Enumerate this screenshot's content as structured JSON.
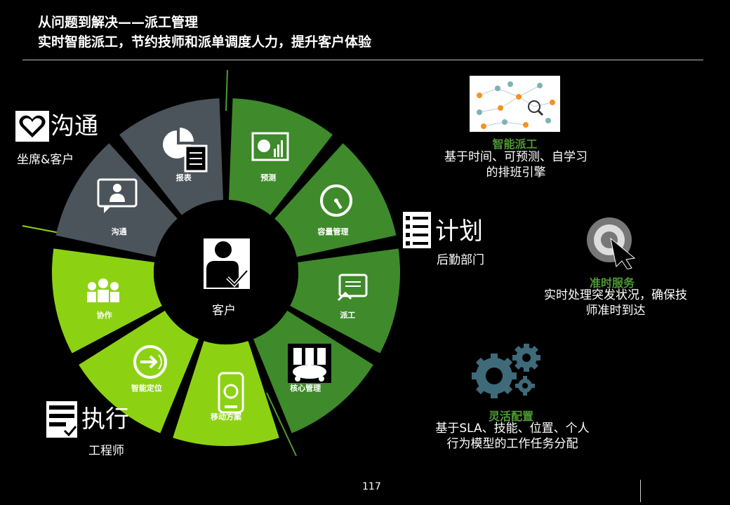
{
  "header": {
    "line1": "从问题到解决——派工管理",
    "line2": "实时智能派工，节约技师和派单调度人力，提升客户体验"
  },
  "wheel": {
    "center_label": "客户",
    "segments": [
      {
        "label": "预测",
        "group": "计划"
      },
      {
        "label": "容量管理",
        "group": "计划"
      },
      {
        "label": "派工",
        "group": "计划"
      },
      {
        "label": "核心管理",
        "group": "计划"
      },
      {
        "label": "移动方案",
        "group": "执行"
      },
      {
        "label": "智能定位",
        "group": "执行"
      },
      {
        "label": "协作",
        "group": "执行"
      },
      {
        "label": "沟通",
        "group": "沟通"
      },
      {
        "label": "报表",
        "group": "沟通"
      }
    ],
    "colors": {
      "plan": "#3f8a2b",
      "exec": "#8cd213",
      "comm": "#4b535b"
    }
  },
  "groups": {
    "communicate": {
      "title": "沟通",
      "subtitle": "坐席&客户"
    },
    "plan": {
      "title": "计划",
      "subtitle": "后勤部门"
    },
    "execute": {
      "title": "执行",
      "subtitle": "工程师"
    }
  },
  "features": {
    "smart_dispatch": {
      "title": "智能派工",
      "desc1": "基于时间、可预测、自学习",
      "desc2": "的排班引擎"
    },
    "on_time": {
      "title": "准时服务",
      "desc1": "实时处理突发状况，确保技",
      "desc2": "师准时到达"
    },
    "flexible": {
      "title": "灵活配置",
      "desc1": "基于SLA、技能、位置、个人",
      "desc2": "行为模型的工作任务分配"
    }
  },
  "page_number": "117"
}
